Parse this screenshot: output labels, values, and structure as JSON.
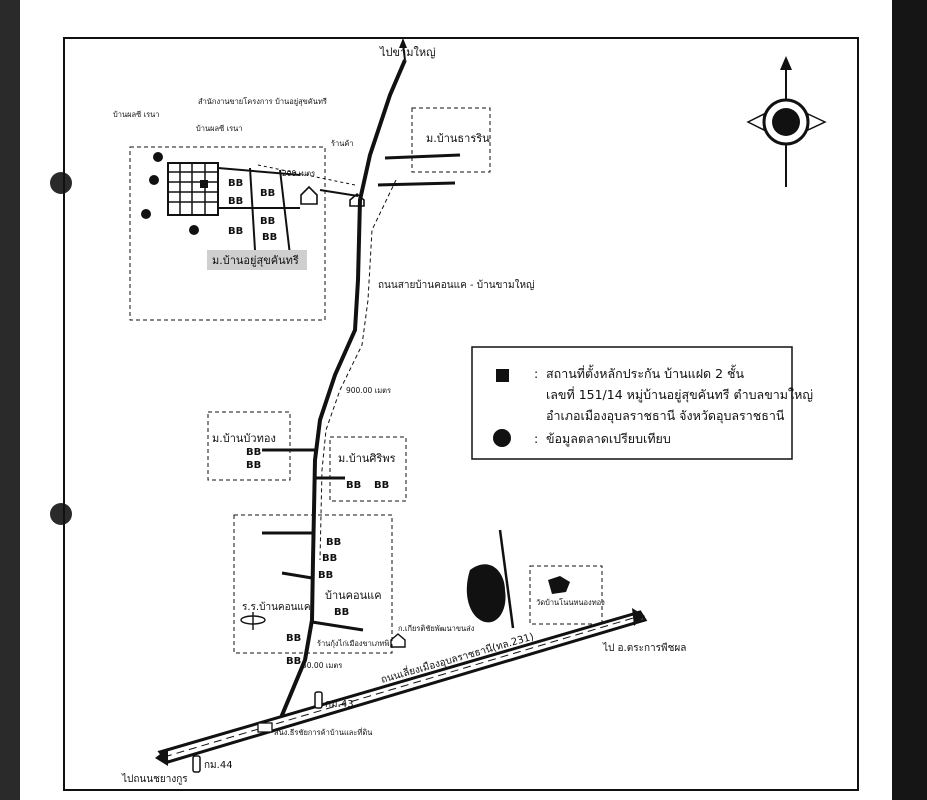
{
  "map": {
    "labels": {
      "north_road": "ไปขามใหญ่",
      "village_tharin": "ม.บ้านธารริน",
      "village_yusukkhanthi": "ม.บ้านอยู่สุขคันทรี",
      "sales_office": "สำนักงานขายโครงการ บ้านอยู่สุขคันทรี",
      "house_sold_1": "บ้านผลซี เรนา",
      "house_sold_2": "บ้านผลซี เรนา",
      "shop": "ร้านค้า",
      "dist_200": "200 เมตร",
      "road_khonkhae": "ถนนสายบ้านคอนแค - บ้านขามใหญ่",
      "dist_900": "900.00 เมตร",
      "village_buathong": "ม.บ้านบัวทอง",
      "village_siriphon": "ม.บ้านศิริพร",
      "village_khonkhae": "บ้านคอนแค",
      "school": "ร.ร.บ้านคอนแค",
      "market": "ร้านกุ้งไก่เมืองขาเภทพิ",
      "dist_50": "50.00 เมตร",
      "gas_station": "ก.เกียรติชัยพัฒนาขนส่ง",
      "temple": "วัดบ้านโนนหนองทอง",
      "highway": "ถนนเลี่ยงเมืองอุบลราชธานี(ทล.231)",
      "to_phibun": "ไป อ.ตระการพืชผล",
      "km43": "กม.43",
      "land_office": "สนง.ธีรชัยการค้าบ้านและที่ดิน",
      "km44": "กม.44",
      "to_yasothon": "ไปถนนชยางกูร"
    },
    "legend": {
      "item1_line1": "สถานที่ตั้งหลักประกัน  บ้านแฝด 2 ชั้น",
      "item1_line2": "เลขที่ 151/14 หมู่บ้านอยู่สุขคันทรี ตำบลขามใหญ่",
      "item1_line3": "อำเภอเมืองอุบลราชธานี จังหวัดอุบลราชธานี",
      "item2": "ข้อมูลตลาดเปรียบเทียบ",
      "colon": ":"
    },
    "house_glyph": "BB",
    "compass": "north-arrow-icon"
  }
}
